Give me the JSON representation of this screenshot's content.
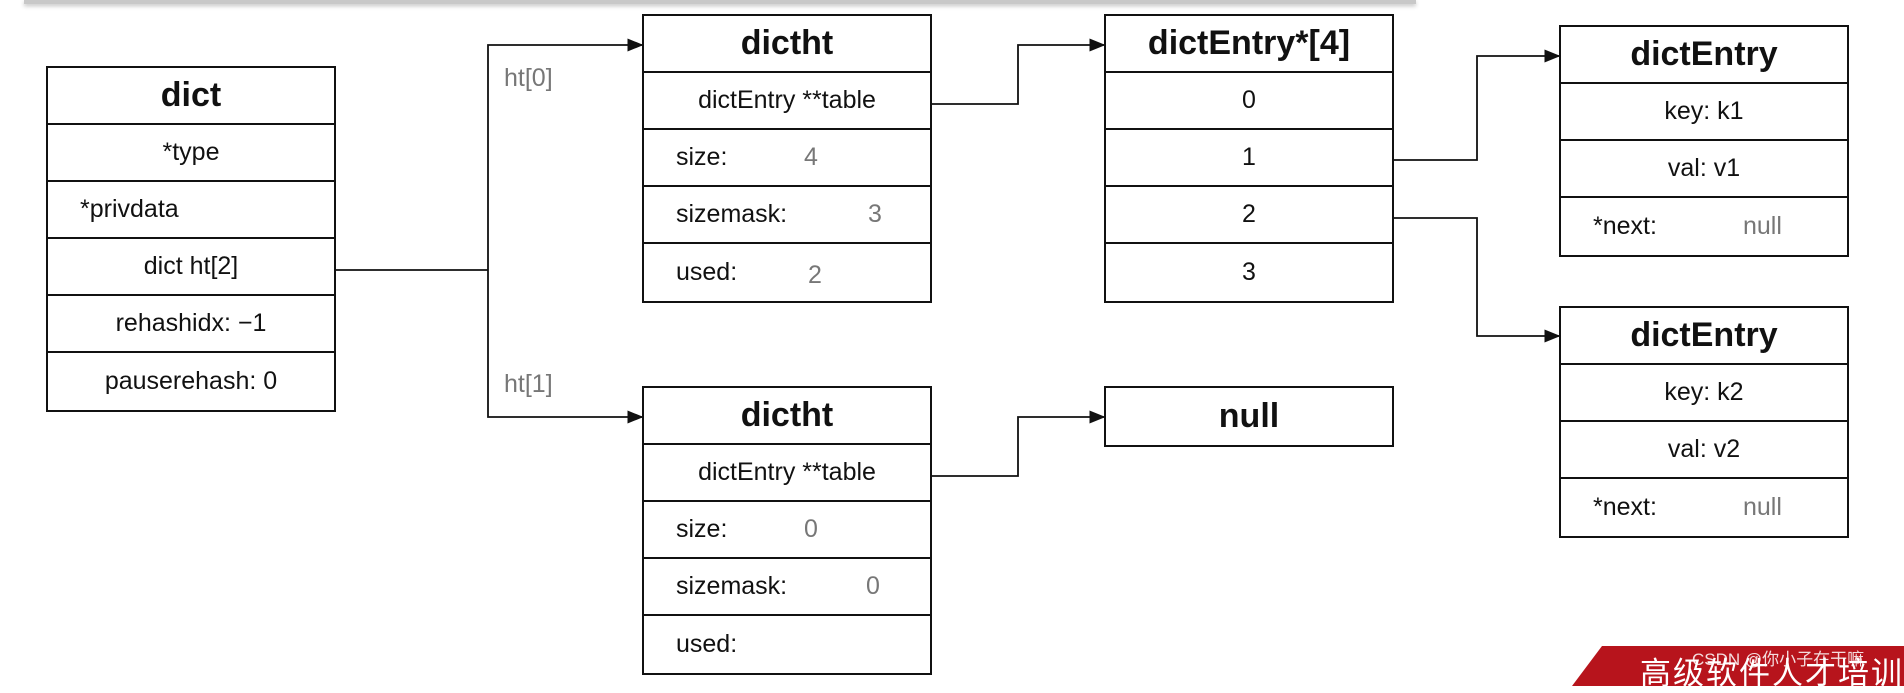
{
  "dict": {
    "title": "dict",
    "fields": [
      "*type",
      "*privdata",
      "dict ht[2]",
      "rehashidx: −1",
      "pauserehash: 0"
    ]
  },
  "labels": {
    "ht0": "ht[0]",
    "ht1": "ht[1]"
  },
  "dictht0": {
    "title": "dictht",
    "table": "dictEntry **table",
    "size_label": "size:",
    "size_value": "4",
    "sizemask_label": "sizemask:",
    "sizemask_value": "3",
    "used_label": "used:",
    "used_value": "2"
  },
  "dictht1": {
    "title": "dictht",
    "table": "dictEntry **table",
    "size_label": "size:",
    "size_value": "0",
    "sizemask_label": "sizemask:",
    "sizemask_value": "0",
    "used_label": "used:",
    "used_value": ""
  },
  "array": {
    "title": "dictEntry*[4]",
    "slots": [
      "0",
      "1",
      "2",
      "3"
    ]
  },
  "null_box": {
    "title": "null"
  },
  "entry1": {
    "title": "dictEntry",
    "key": "key: k1",
    "val": "val: v1",
    "next_label": "*next:",
    "next_value": "null"
  },
  "entry2": {
    "title": "dictEntry",
    "key": "key: k2",
    "val": "val: v2",
    "next_label": "*next:",
    "next_value": "null"
  },
  "brand": {
    "text": "高级软件人才培训",
    "watermark": "CSDN @你小子在干嘛"
  }
}
